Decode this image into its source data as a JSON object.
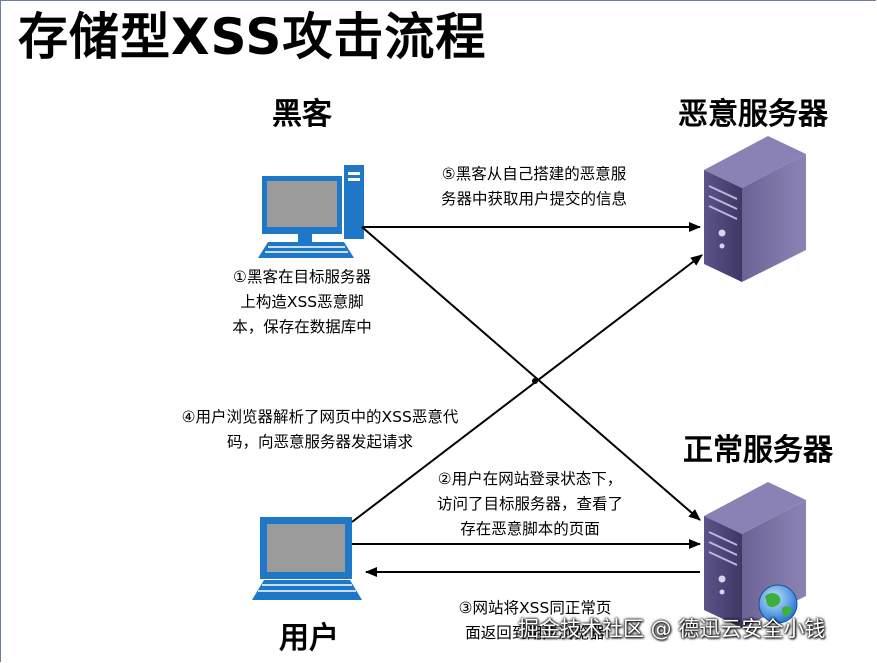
{
  "title": "存储型XSS攻击流程",
  "nodes": {
    "hacker": {
      "label": "黑客"
    },
    "malicious_server": {
      "label": "恶意服务器"
    },
    "normal_server": {
      "label": "正常服务器"
    },
    "user": {
      "label": "用户"
    }
  },
  "steps": {
    "step1": {
      "lines": [
        "①黑客在目标服务器",
        "上构造XSS恶意脚",
        "本，保存在数据库中"
      ]
    },
    "step2": {
      "lines": [
        "②用户在网站登录状态下，",
        "访问了目标服务器，查看了",
        "存在恶意脚本的页面"
      ]
    },
    "step3": {
      "lines": [
        "③网站将XSS同正常页",
        "面返回到用户浏览器"
      ]
    },
    "step4": {
      "lines": [
        "④用户浏览器解析了网页中的XSS恶意代",
        "码，向恶意服务器发起请求"
      ]
    },
    "step5": {
      "lines": [
        "⑤黑客从自己搭建的恶意服",
        "务器中获取用户提交的信息"
      ]
    }
  },
  "watermark": "掘金技术社区 @ 德迅云安全小钱",
  "colors": {
    "title_text": "#000000",
    "monitor_blue": "#1f77c8",
    "monitor_screen": "#9b9b9b",
    "server_purple": "#4f4778",
    "arrow": "#000000"
  }
}
